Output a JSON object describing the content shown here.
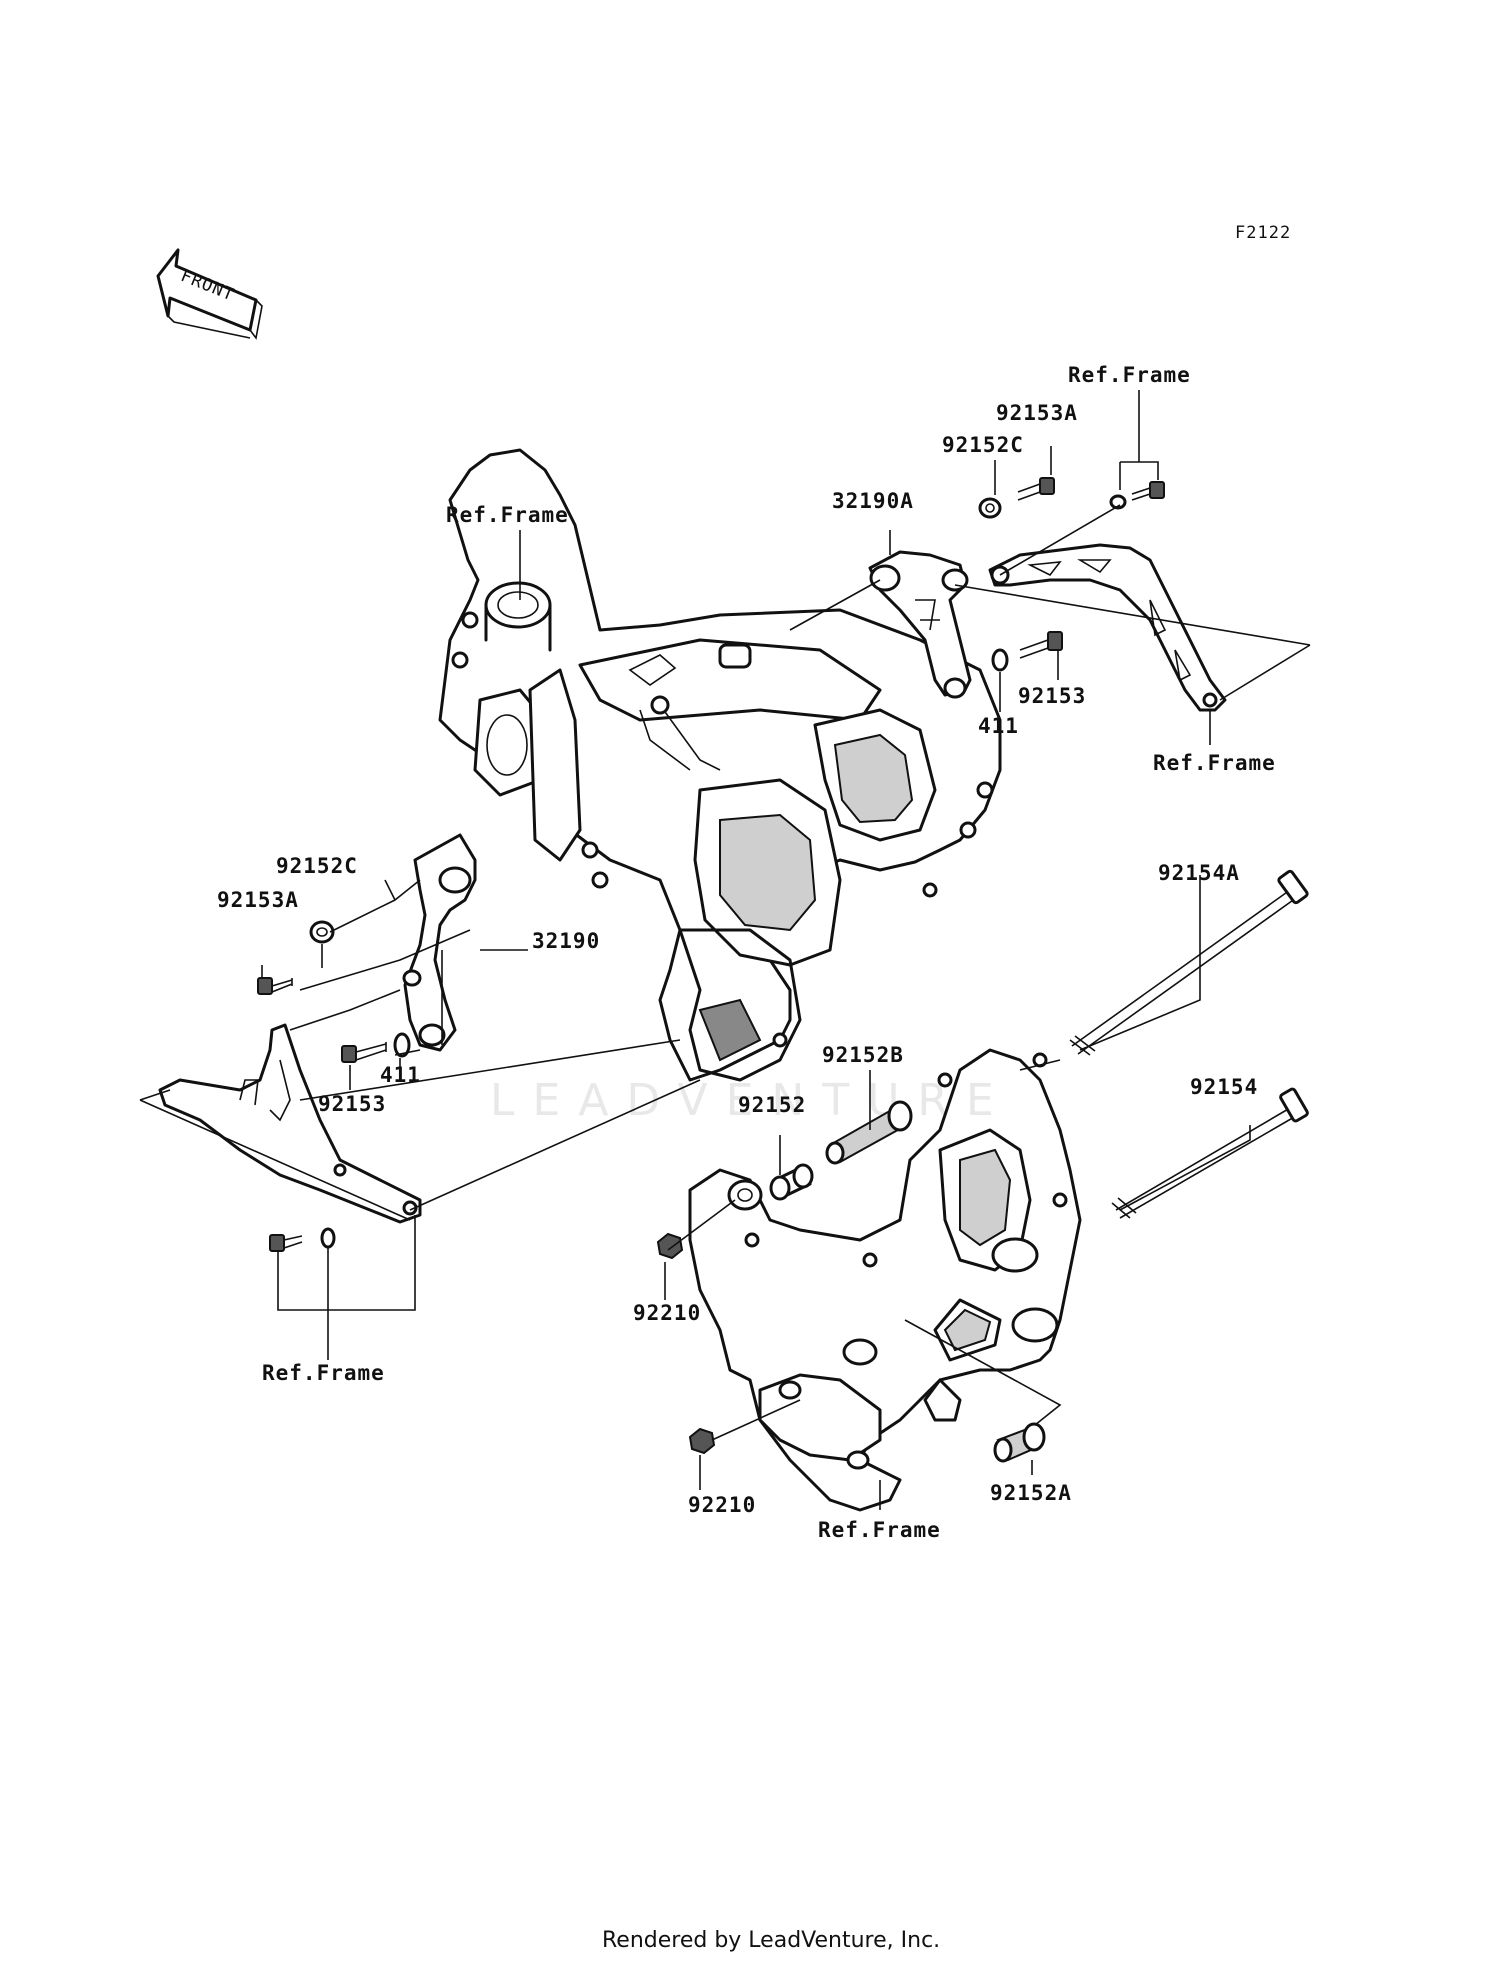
{
  "diagram_code": "F2122",
  "front_arrow_label": "FRONT",
  "watermark": "LEADVENTURE",
  "footer": "Rendered by LeadVenture, Inc.",
  "labels": {
    "ref_frame_top_right": "Ref.Frame",
    "p92153A_top": "92153A",
    "p92152C_top": "92152C",
    "p32190A": "32190A",
    "ref_frame_top_center": "Ref.Frame",
    "p92153_top": "92153",
    "p411_top": "411",
    "ref_frame_right": "Ref.Frame",
    "p92152C_left": "92152C",
    "p92153A_left": "92153A",
    "p32190": "32190",
    "p411_left": "411",
    "p92153_left": "92153",
    "p92154A": "92154A",
    "p92152B": "92152B",
    "p92152": "92152",
    "p92154": "92154",
    "p92210_upper": "92210",
    "ref_frame_bottom_left": "Ref.Frame",
    "p92210_lower": "92210",
    "ref_frame_bottom_center": "Ref.Frame",
    "p92152A": "92152A"
  }
}
